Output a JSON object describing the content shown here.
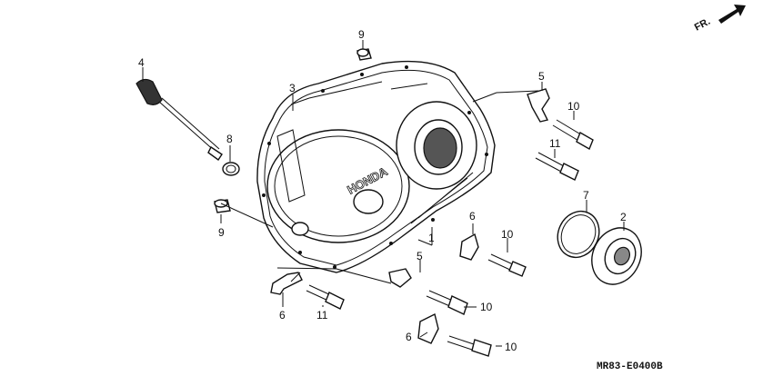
{
  "direction_label": "FR.",
  "diagram_code": "MR83-E0400B",
  "brand_text": "HONDA",
  "callouts": [
    {
      "id": "c1",
      "text": "1"
    },
    {
      "id": "c2",
      "text": "2"
    },
    {
      "id": "c3",
      "text": "3"
    },
    {
      "id": "c4",
      "text": "4"
    },
    {
      "id": "c5a",
      "text": "5"
    },
    {
      "id": "c5b",
      "text": "5"
    },
    {
      "id": "c6a",
      "text": "6"
    },
    {
      "id": "c6b",
      "text": "6"
    },
    {
      "id": "c6c",
      "text": "6"
    },
    {
      "id": "c7",
      "text": "7"
    },
    {
      "id": "c8",
      "text": "8"
    },
    {
      "id": "c9a",
      "text": "9"
    },
    {
      "id": "c9b",
      "text": "9"
    },
    {
      "id": "c10a",
      "text": "10"
    },
    {
      "id": "c10b",
      "text": "10"
    },
    {
      "id": "c10c",
      "text": "10"
    },
    {
      "id": "c10d",
      "text": "10"
    },
    {
      "id": "c11a",
      "text": "11"
    },
    {
      "id": "c11b",
      "text": "11"
    }
  ]
}
